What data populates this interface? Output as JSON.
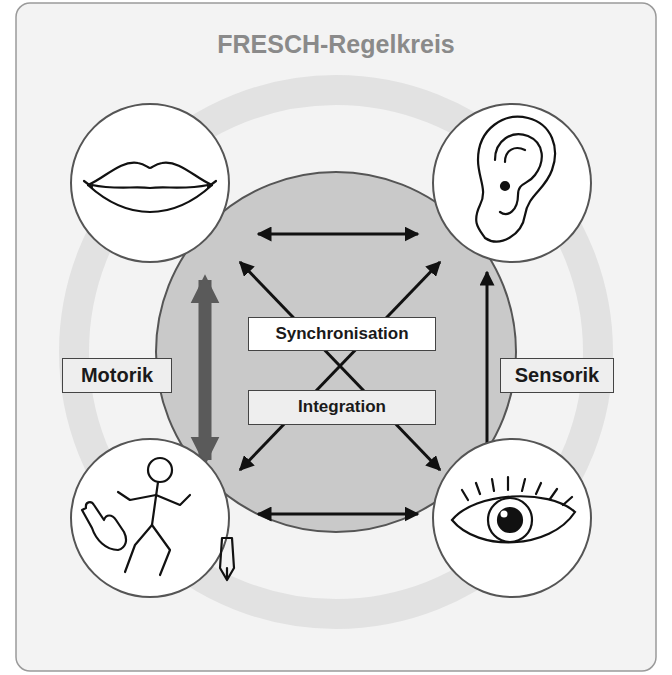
{
  "diagram": {
    "title": "FRESCH-Regelkreis",
    "nodes": [
      {
        "text": [
          "Synchronisation"
        ]
      },
      {
        "text": [
          "Integration"
        ]
      },
      {
        "text": [
          "Motorik"
        ]
      },
      {
        "text": [
          "Sensorik"
        ]
      }
    ]
  }
}
